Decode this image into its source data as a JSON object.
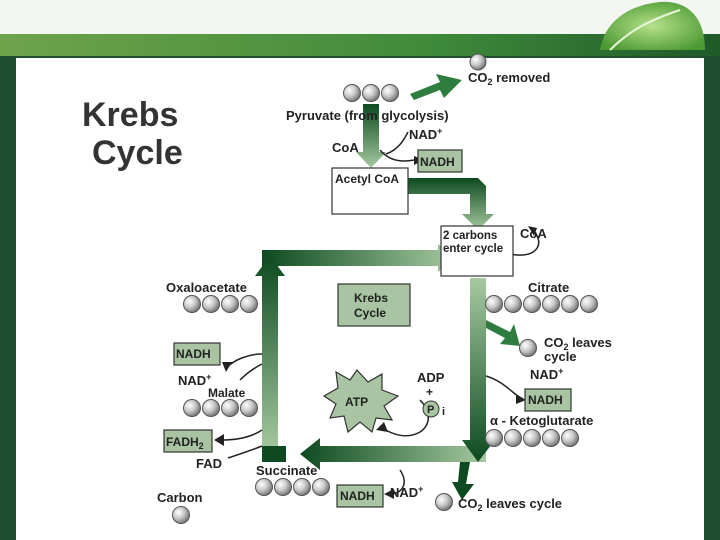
{
  "title": {
    "line1": "Krebs",
    "line2": "Cycle"
  },
  "labels": {
    "co2_removed_pre": "CO",
    "co2_removed_sub": "2",
    "co2_removed_post": " removed",
    "pyruvate": "Pyruvate (from glycolysis)",
    "nad_top": "NAD",
    "nad_top_sup": "+",
    "coa_left": "CoA",
    "nadh_top": "NADH",
    "acetyl_coa": "Acetyl CoA",
    "two_carbons_1": "2 carbons",
    "two_carbons_2": "enter cycle",
    "coa_right": "CoA",
    "oxaloacetate": "Oxaloacetate",
    "citrate": "Citrate",
    "center_1": "Krebs",
    "center_2": "Cycle",
    "co2_leaves_1_pre": "CO",
    "co2_leaves_1_sub": "2",
    "co2_leaves_1_post": " leaves",
    "co2_leaves_1_line2": "cycle",
    "nadh_left": "NADH",
    "nad_left": "NAD",
    "nad_left_sup": "+",
    "malate": "Malate",
    "adp": "ADP",
    "plus": "+",
    "p": "P",
    "i": "i",
    "atp": "ATP",
    "nad_right": "NAD",
    "nad_right_sup": "+",
    "nadh_right": "NADH",
    "alpha": "α",
    "ketoglutarate": " - Ketoglutarate",
    "fadh2_pre": "FADH",
    "fadh2_sub": "2",
    "fad": "FAD",
    "succinate": "Succinate",
    "nadh_bottom": "NADH",
    "nad_bottom": "NAD",
    "nad_bottom_sup": "+",
    "co2_bottom_pre": "CO",
    "co2_bottom_sub": "2",
    "co2_bottom_post": " leaves cycle",
    "carbon": "Carbon"
  },
  "colors": {
    "dark_green": "#0d4a1f",
    "mid_green": "#2f7d3e",
    "light_green": "#a6c9a0",
    "box_fill": "#a8c4a2",
    "bg_border": "#1f4d2e",
    "panel": "#ffffff"
  }
}
